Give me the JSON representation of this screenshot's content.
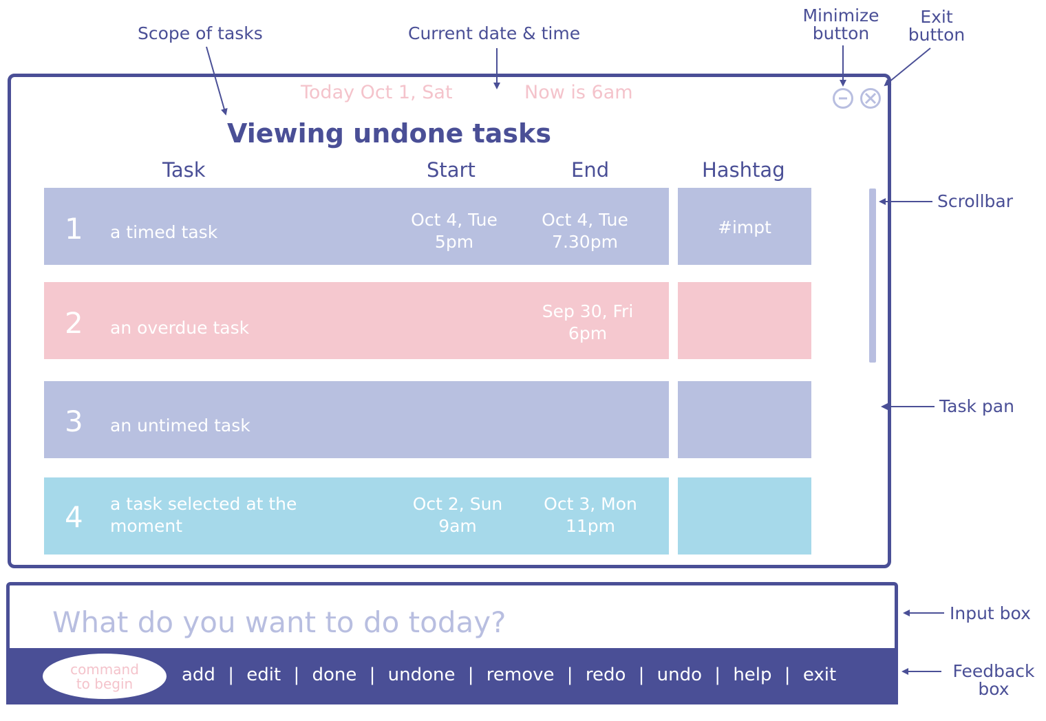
{
  "annotations": {
    "scope": "Scope of tasks",
    "datetime": "Current date & time",
    "minimize_l1": "Minimize",
    "minimize_l2": "button",
    "exit_l1": "Exit",
    "exit_l2": "button",
    "scrollbar": "Scrollbar",
    "task_pan": "Task pan",
    "input_box": "Input box",
    "feedback_l1": "Feedback",
    "feedback_l2": "box"
  },
  "topbar": {
    "today": "Today Oct 1, Sat",
    "now": "Now is 6am",
    "minimize_icon": "minus-circle-icon",
    "exit_icon": "x-circle-icon"
  },
  "title": "Viewing undone tasks",
  "columns": {
    "task": "Task",
    "start": "Start",
    "end": "End",
    "hashtag": "Hashtag"
  },
  "tasks": [
    {
      "num": "1",
      "text": "a timed task",
      "start": "Oct 4, Tue\n5pm",
      "end": "Oct 4, Tue\n7.30pm",
      "hashtag": "#impt",
      "color": "#b8c0e0"
    },
    {
      "num": "2",
      "text": "an overdue task",
      "start": "",
      "end": "Sep 30, Fri\n6pm",
      "hashtag": "",
      "color": "#f5c8cf"
    },
    {
      "num": "3",
      "text": "an untimed task",
      "start": "",
      "end": "",
      "hashtag": "",
      "color": "#b8c0e0"
    },
    {
      "num": "4",
      "text": "a task selected at the moment",
      "start": "Oct 2, Sun\n9am",
      "end": "Oct 3, Mon\n11pm",
      "hashtag": "",
      "color": "#a6d9ea"
    }
  ],
  "input": {
    "placeholder": "What do you want to do today?"
  },
  "feedback": {
    "pill_l1": "command",
    "pill_l2": "to begin",
    "commands": [
      "add",
      "edit",
      "done",
      "undone",
      "remove",
      "redo",
      "undo",
      "help",
      "exit"
    ],
    "separator": "|"
  },
  "colors": {
    "primary": "#4a4f96",
    "lavender": "#b8c0e0",
    "pink": "#f5c8cf",
    "cyan": "#a6d9ea"
  }
}
